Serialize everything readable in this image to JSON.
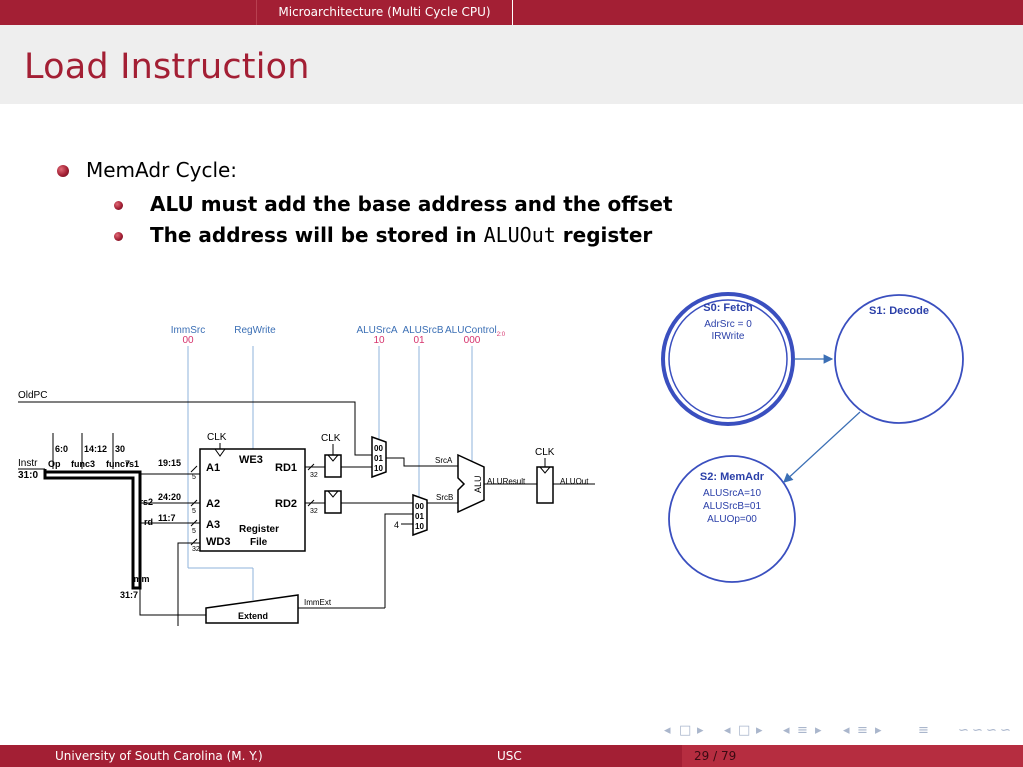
{
  "header": {
    "section": "Microarchitecture (Multi Cycle CPU)"
  },
  "slide": {
    "title": "Load Instruction",
    "bullet": "MemAdr Cycle:",
    "sub1": "ALU must add the base address and the offset",
    "sub2_pre": "The address will be stored in ",
    "sub2_code": "ALUOut",
    "sub2_post": " register"
  },
  "datapath": {
    "ctrl_immsrc": "ImmSrc",
    "ctrl_immsrc_val": "00",
    "ctrl_regwrite": "RegWrite",
    "ctrl_alusrca": "ALUSrcA",
    "ctrl_alusrca_val": "10",
    "ctrl_alusrcb": "ALUSrcB",
    "ctrl_alusrcb_val": "01",
    "ctrl_aluctrl": "ALUControl",
    "ctrl_aluctrl_sub": "2:0",
    "ctrl_aluctrl_val": "000",
    "oldpc": "OldPC",
    "instr": "Instr",
    "instr_bits": "31:0",
    "f_6_0": "6:0",
    "f_14_12": "14:12",
    "f_30": "30",
    "f_op": "Op",
    "f_funct3": "func3",
    "f_funct7": "func7",
    "rs1": "rs1",
    "rs1_bits": "19:15",
    "rs2": "rs2",
    "rs2_bits": "24:20",
    "rd": "rd",
    "rd_bits": "11:7",
    "imm": "Imm",
    "imm_bits": "31:7",
    "clk": "CLK",
    "rf_we3": "WE3",
    "rf_a1": "A1",
    "rf_a2": "A2",
    "rf_a3": "A3",
    "rf_wd3": "WD3",
    "rf_rd1": "RD1",
    "rf_rd2": "RD2",
    "rf_name1": "Register",
    "rf_name2": "File",
    "w5": "5",
    "w32": "32",
    "mux_00": "00",
    "mux_01": "01",
    "mux_10": "10",
    "const4": "4",
    "srca": "SrcA",
    "srcb": "SrcB",
    "alu": "ALU",
    "aluresult": "ALUResult",
    "aluout": "ALUOut",
    "extend": "Extend",
    "immext": "ImmExt"
  },
  "fsm": {
    "s0_title": "S0: Fetch",
    "s0_l1": "AdrSrc = 0",
    "s0_l2": "IRWrite",
    "s1_title": "S1: Decode",
    "s2_title": "S2: MemAdr",
    "s2_l1": "ALUSrcA=10",
    "s2_l2": "ALUSrcB=01",
    "s2_l3": "ALUOp=00"
  },
  "footer": {
    "author": "University of South Carolina  (M. Y.)",
    "inst": "USC",
    "page": "29 / 79"
  },
  "nav": {
    "first_icon": "◂",
    "frame_icon": "□",
    "next_icon": "▸",
    "sub_icon": "≡",
    "toc_icon": "≡",
    "search_icon": "∽"
  },
  "colors": {
    "accent": "#a31f34",
    "blue": "#3a4fbf",
    "ctrl_blue": "#3b6fb5",
    "ctrl_pink": "#d6336c"
  }
}
